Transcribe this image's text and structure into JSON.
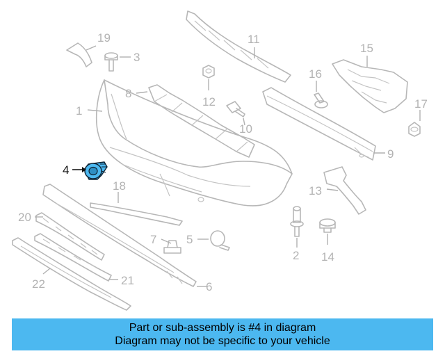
{
  "highlight_color": "#4cb8f0",
  "callouts": {
    "c1": "1",
    "c2": "2",
    "c3": "3",
    "c4": "4",
    "c5": "5",
    "c6": "6",
    "c7": "7",
    "c8": "8",
    "c9": "9",
    "c10": "10",
    "c11": "11",
    "c12": "12",
    "c13": "13",
    "c14": "14",
    "c15": "15",
    "c16": "16",
    "c17": "17",
    "c18": "18",
    "c19": "19",
    "c20": "20",
    "c21": "21",
    "c22": "22"
  },
  "banner": {
    "line1": "Part or sub-assembly is #4 in diagram",
    "line2": "Diagram may not be specific to your vehicle"
  }
}
